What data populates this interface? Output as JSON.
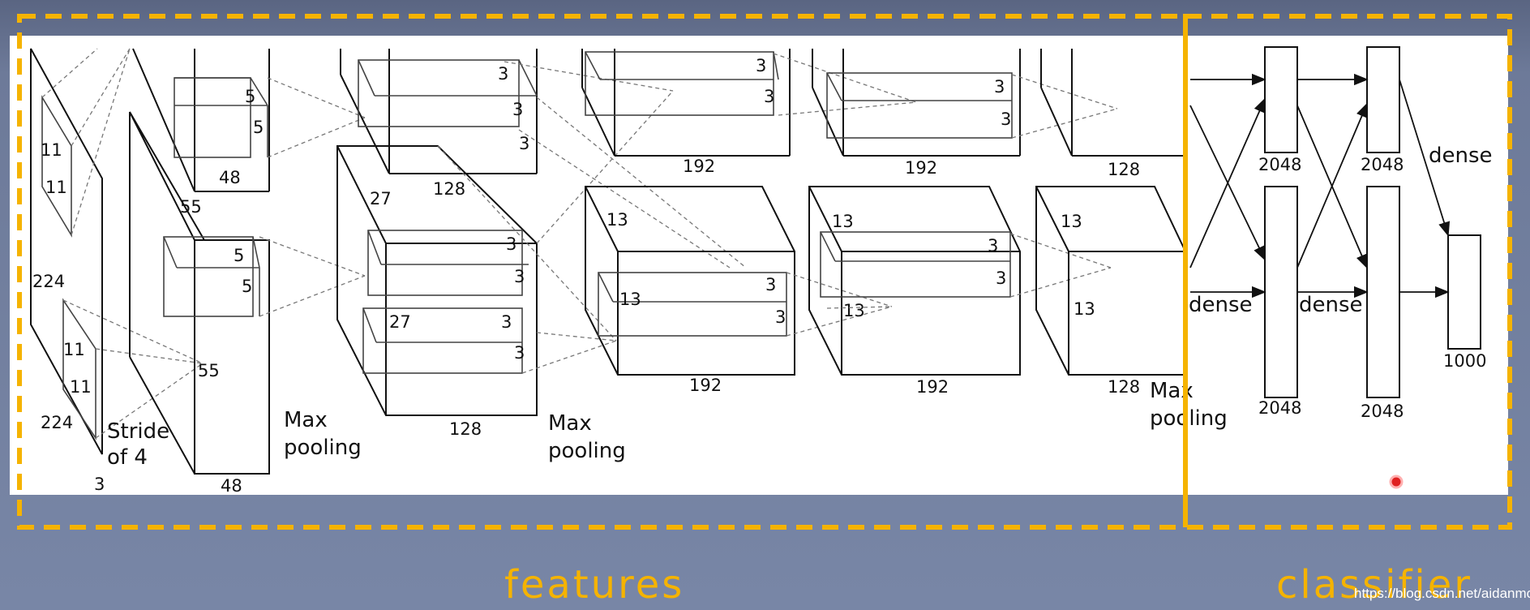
{
  "sections": {
    "features": "features",
    "classifier": "classifier"
  },
  "watermark": "https://blog.csdn.net/aidanmo",
  "colors": {
    "frame": "#f5b300",
    "background": "#6d7a99",
    "panel": "#ffffff"
  },
  "input": {
    "k1": "11",
    "k2": "11",
    "k3": "11",
    "k4": "11",
    "side1": "224",
    "side2": "224",
    "depth": "3",
    "stride1": "Stride",
    "stride2": "of 4"
  },
  "conv1": {
    "k1": "5",
    "k2": "5",
    "k3": "5",
    "k4": "5",
    "side1": "55",
    "side2": "55",
    "depth1": "48",
    "depth2": "48"
  },
  "pool1": {
    "line1": "Max",
    "line2": "pooling"
  },
  "conv2": {
    "k1": "3",
    "k2": "3",
    "k3": "3",
    "k4": "3",
    "k5": "3",
    "k6": "3",
    "side1": "27",
    "side2": "27",
    "depth1": "128",
    "depth2": "128"
  },
  "pool2": {
    "line1": "Max",
    "line2": "pooling"
  },
  "conv3": {
    "k1": "3",
    "k2": "3",
    "k3": "3",
    "k4": "3",
    "side1": "13",
    "side2": "13",
    "depth1": "192",
    "depth2": "192"
  },
  "conv4": {
    "k1": "3",
    "k2": "3",
    "k3": "3",
    "k4": "3",
    "side1": "13",
    "side2": "13",
    "depth1": "192",
    "depth2": "192"
  },
  "conv5": {
    "side1": "13",
    "side2": "13",
    "depth1": "128",
    "depth2": "128"
  },
  "pool3": {
    "line1": "Max",
    "line2": "pooling"
  },
  "dense": {
    "label1": "dense",
    "label2": "dense",
    "label3": "dense",
    "n1": "2048",
    "n2": "2048",
    "n3": "2048",
    "n4": "2048",
    "out": "1000"
  }
}
